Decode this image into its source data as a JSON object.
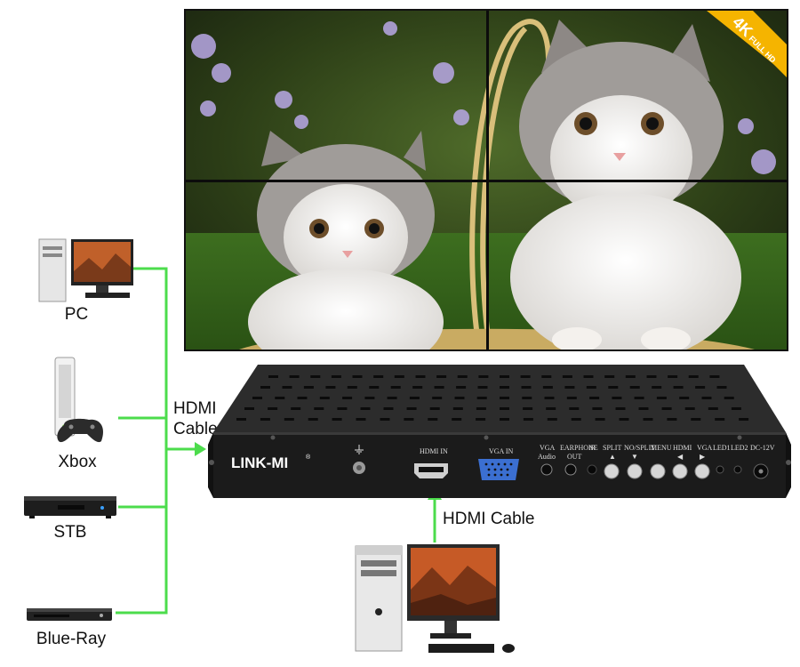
{
  "badge": {
    "main": "4K",
    "sub": "FULL HD"
  },
  "brand": {
    "logo": "LINK-MI",
    "trademark": "®"
  },
  "devices": {
    "pc": "PC",
    "xbox": "Xbox",
    "stb": "STB",
    "bluray": "Blue-Ray"
  },
  "cables": {
    "left_line1": "HDMI",
    "left_line2": "Cable",
    "bottom": "HDMI Cable"
  },
  "ports": {
    "hdmi_in": "HDMI  IN",
    "vga_in": "VGA  IN",
    "vga_audio_1": "VGA",
    "vga_audio_2": "Audio",
    "earphone_1": "EARPHONE",
    "earphone_2": "OUT",
    "ir": "IR",
    "split_up": "SPLIT",
    "split_down": "NO/SPLIT",
    "menu": "MENU",
    "hdmi_btn": "HDMI",
    "vga_btn": "VGA",
    "led1": "LED1",
    "led2": "LED2",
    "dc": "DC-12V"
  },
  "colors": {
    "cable": "#4cdc4c",
    "badge": "#f5b400",
    "chassis": "#1e1e1e"
  }
}
